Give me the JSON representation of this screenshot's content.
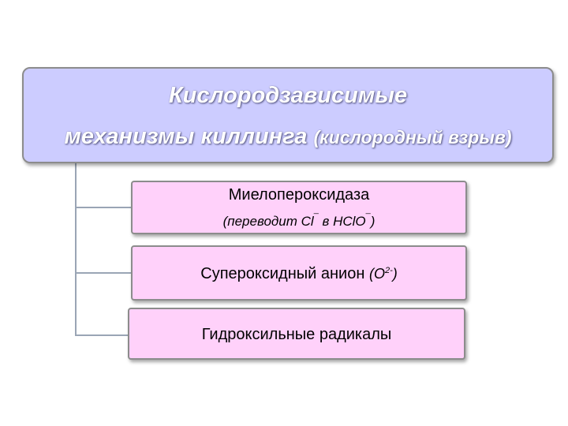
{
  "root": {
    "line1": "Кислородзависимые",
    "line2_main": "механизмы киллинга",
    "line2_paren": "(кислородный взрыв)"
  },
  "children": [
    {
      "title": "Миелопероксидаза",
      "subtitle_prefix": "(переводит Cl",
      "subtitle_sup1": "¯",
      "subtitle_mid": " в HClO",
      "subtitle_sup2": "¯",
      "subtitle_suffix": ")"
    },
    {
      "title": "Супероксидный анион",
      "formula_prefix": "(O",
      "formula_sup": "2-",
      "formula_suffix": ")"
    },
    {
      "title": "Гидроксильные радикалы"
    }
  ],
  "colors": {
    "root_fill": "#ccccff",
    "child_fill": "#ffd1fa",
    "border": "#8c8c8c",
    "connector": "#9aa5b5"
  }
}
